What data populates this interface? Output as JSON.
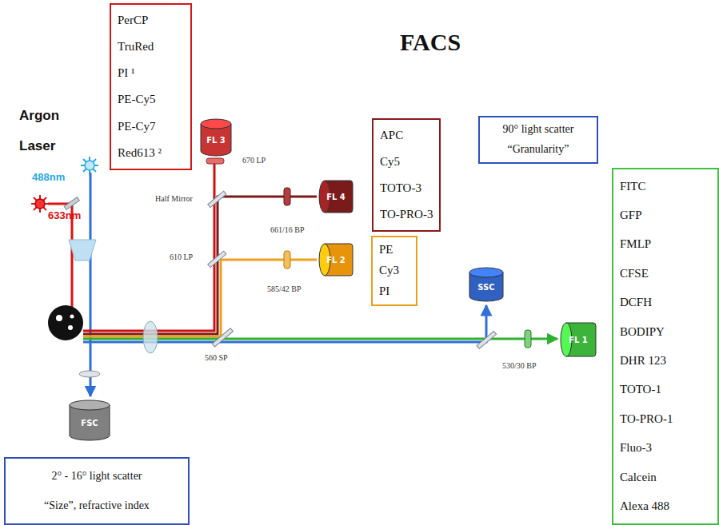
{
  "diagram": {
    "title": "FACS",
    "nodes": [
      {
        "text": [
          "PerCP",
          "TruRed",
          "PI ¹",
          "PE-Cy5",
          "PE-Cy7",
          "Red613 ²"
        ]
      },
      {
        "text": [
          "FL 3"
        ]
      },
      {
        "text": [
          "APC",
          "Cy5",
          "TOTO-3",
          "TO-PRO-3"
        ]
      },
      {
        "text": [
          "FL 4"
        ]
      },
      {
        "text": [
          "PE",
          "Cy3",
          "PI"
        ]
      },
      {
        "text": [
          "FL 2"
        ]
      },
      {
        "text": [
          "90° light scatter",
          "“Granularity”"
        ]
      },
      {
        "text": [
          "SSC"
        ]
      },
      {
        "text": [
          "FITC",
          "GFP",
          "FMLP",
          "CFSE",
          "DCFH",
          "BODIPY",
          "DHR 123",
          "TOTO-1",
          "TO-PRO-1",
          "Fluo-3",
          "Calcein",
          "Alexa 488"
        ]
      },
      {
        "text": [
          "FL 1"
        ]
      },
      {
        "text": [
          "FSC"
        ]
      },
      {
        "text": [
          "2° - 16° light scatter",
          "“Size”, refractive index"
        ]
      }
    ],
    "labels": [
      "Argon Laser",
      "488nm",
      "633nm",
      "670 LP",
      "Half Mirror",
      "661/16 BP",
      "610 LP",
      "585/42 BP",
      "560 SP",
      "530/30 BP"
    ]
  }
}
